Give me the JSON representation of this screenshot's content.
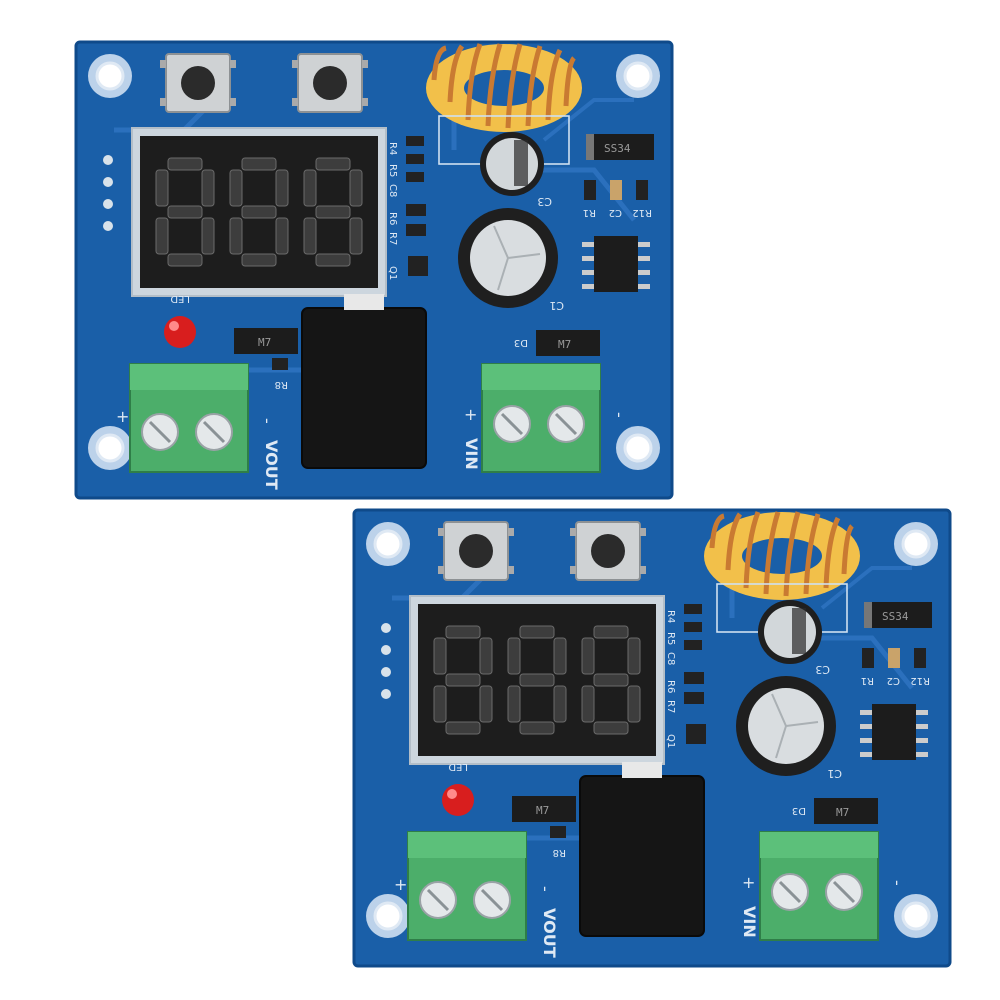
{
  "image": {
    "subject": "Two identical blue DC-DC buck converter PCB modules with 3-digit LED voltmeter"
  },
  "board": {
    "display_digits": "888",
    "labels": {
      "led": "LED",
      "vout": "VOUT",
      "vin": "VIN",
      "plus": "+",
      "minus": "-",
      "r8": "R8",
      "d3": "D3",
      "c1": "C1",
      "c3": "C3",
      "r1": "R1",
      "c2": "C2",
      "r12": "R12",
      "q1": "Q1",
      "r4": "R4",
      "r5": "R5",
      "c8": "C8",
      "r6": "R6",
      "r7": "R7",
      "diode_top": "SS34",
      "diode_mid": "M7",
      "diode_left": "M7"
    }
  },
  "colors": {
    "pcb": "#1a5fa8",
    "pcb_edge": "#0f4a8a",
    "terminal": "#4cae6a",
    "inductor_wire": "#c97a32",
    "inductor_core": "#f2c04a",
    "display": "#1d1d1d",
    "led": "#d81e1e"
  }
}
